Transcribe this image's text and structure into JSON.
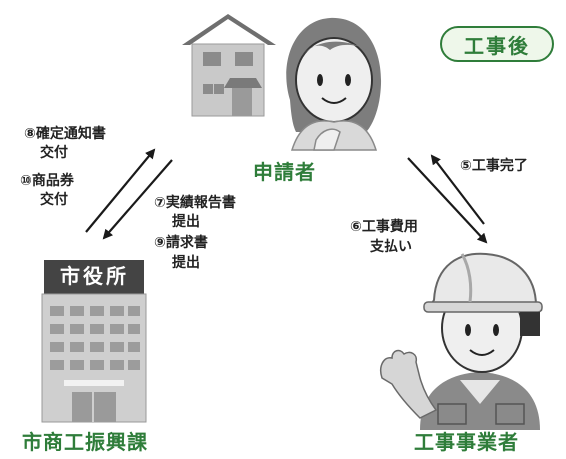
{
  "badge": "工事後",
  "roles": {
    "applicant": "申請者",
    "contractor": "工事事業者",
    "city_section": "市商工振興課",
    "city_hall_sign": "市役所"
  },
  "steps": {
    "s5": "⑤工事完了",
    "s6_line1": "⑥工事費用",
    "s6_line2": "支払い",
    "s7_line1": "⑦実績報告書",
    "s7_line2": "提出",
    "s8_line1": "⑧確定通知書",
    "s8_line2": "交付",
    "s9_line1": "⑨請求書",
    "s9_line2": "提出",
    "s10_line1": "⑩商品券",
    "s10_line2": "交付"
  },
  "icons": [
    "house-icon",
    "applicant-woman-icon",
    "city-hall-building-icon",
    "worker-helmet-icon"
  ],
  "colors": {
    "accent_green": "#2f7d3a",
    "badge_bg": "#eef7ea",
    "text": "#222222"
  }
}
